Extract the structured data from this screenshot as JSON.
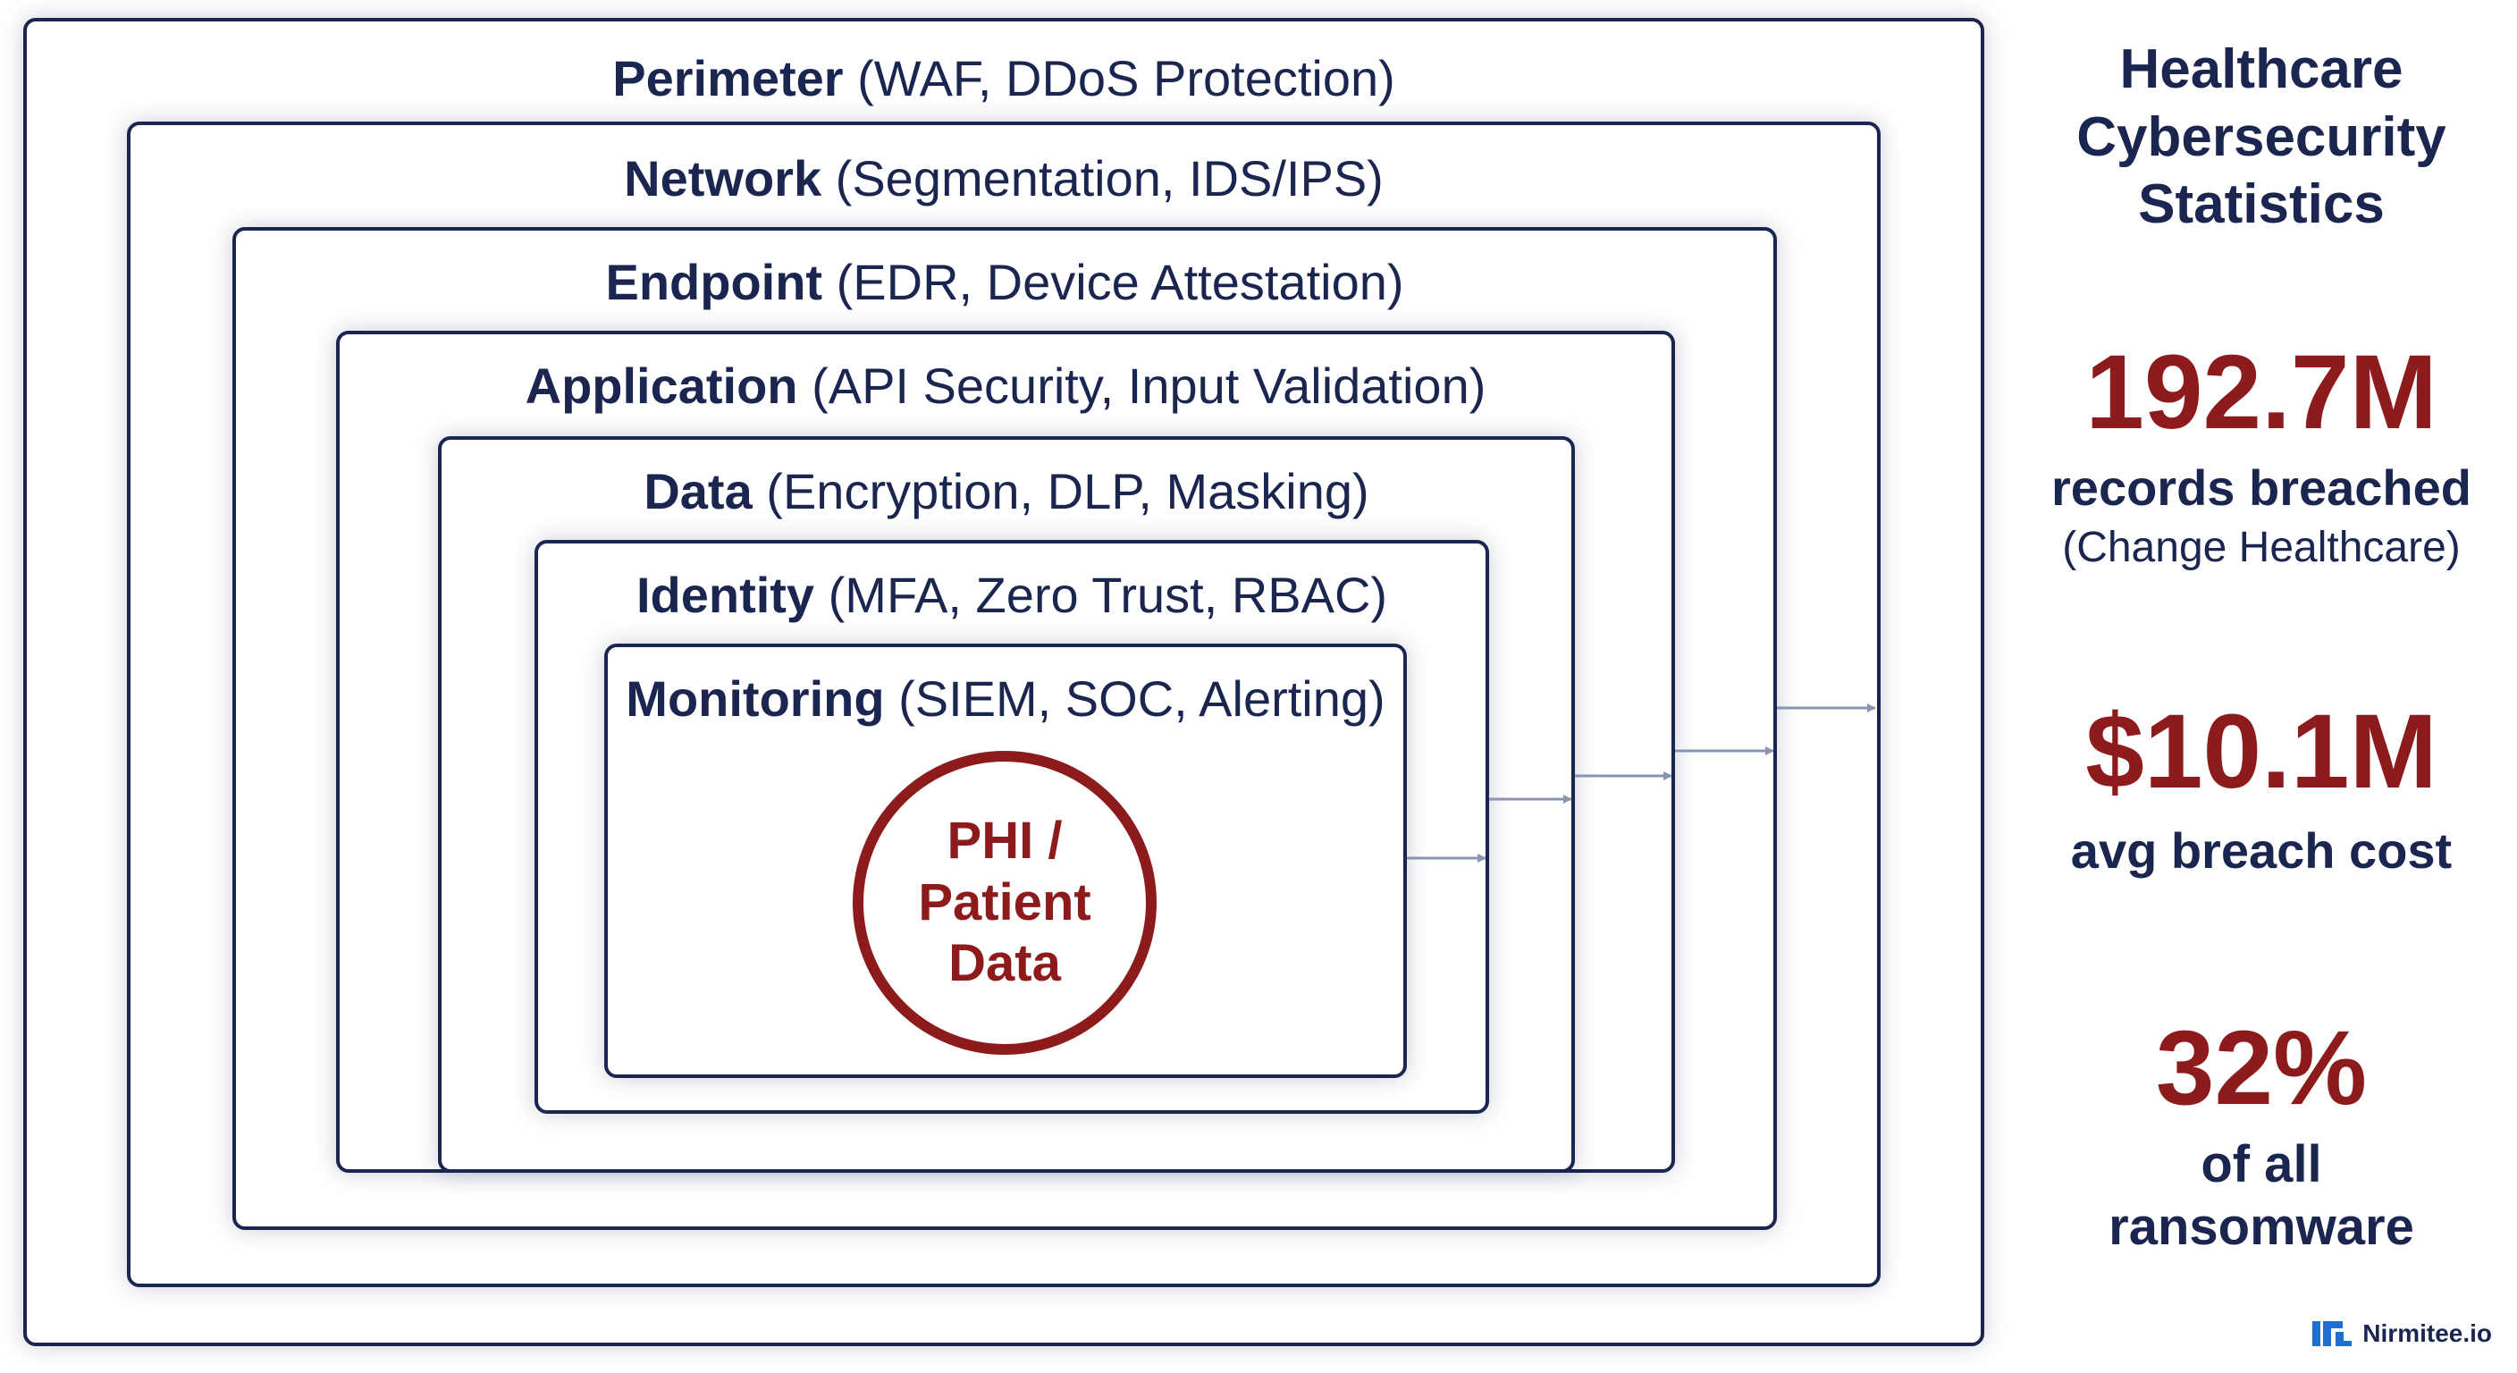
{
  "layers": [
    {
      "name": "Perimeter",
      "detail": "(WAF, DDoS Protection)"
    },
    {
      "name": "Network",
      "detail": "(Segmentation, IDS/IPS)"
    },
    {
      "name": "Endpoint",
      "detail": "(EDR, Device Attestation)"
    },
    {
      "name": "Application",
      "detail": "(API Security, Input Validation)"
    },
    {
      "name": "Data",
      "detail": "(Encryption, DLP, Masking)"
    },
    {
      "name": "Identity",
      "detail": "(MFA, Zero Trust, RBAC)"
    },
    {
      "name": "Monitoring",
      "detail": "(SIEM, SOC, Alerting)"
    }
  ],
  "core": {
    "label": "PHI / Patient Data"
  },
  "stats": {
    "title": "Healthcare Cybersecurity Statistics",
    "items": [
      {
        "value": "192.7M",
        "label": "records breached",
        "sub": "(Change Healthcare)"
      },
      {
        "value": "$10.1M",
        "label": "avg breach cost",
        "sub": ""
      },
      {
        "value": "32%",
        "label": "of all ransomware",
        "sub": ""
      }
    ]
  },
  "brand": {
    "name": "Nirmitee.io"
  },
  "colors": {
    "navy": "#1b2650",
    "accent_red": "#8e1b1b",
    "arrow_gray": "#8a93b0",
    "brand_blue": "#1f6fd1"
  }
}
